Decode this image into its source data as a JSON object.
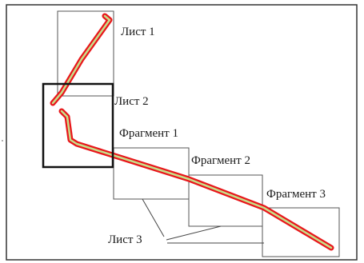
{
  "diagram": {
    "labels": {
      "sheet_1": "Лист 1",
      "sheet_2": "Лист 2",
      "fragment_1": "Фрагмент 1",
      "fragment_2": "Фрагмент 2",
      "fragment_3": "Фрагмент 3",
      "sheet_3": "Лист 3"
    },
    "colors": {
      "route_outline": "#e8161b",
      "route_core": "#c7e08a",
      "sheet_2_border": "#111111",
      "frame_border": "#555555",
      "outer_frame": "#333333"
    }
  }
}
